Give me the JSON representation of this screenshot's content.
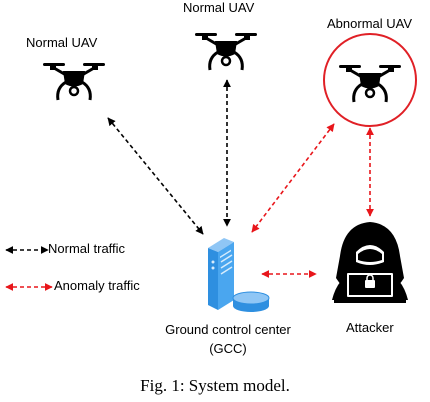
{
  "labels": {
    "uav_left": "Normal UAV",
    "uav_top": "Normal UAV",
    "uav_abnormal": "Abnormal UAV",
    "gcc_line1": "Ground control center",
    "gcc_line2": "(GCC)",
    "attacker": "Attacker"
  },
  "legend": {
    "normal": "Normal traffic",
    "anomaly": "Anomaly traffic"
  },
  "caption": "Fig. 1: System model.",
  "colors": {
    "normal_traffic": "#000000",
    "anomaly_traffic": "#e8161b",
    "abnormal_circle": "#e02026",
    "server_blue": "#2e8fe0",
    "server_light": "#8fc6f5"
  },
  "icons": {
    "uav": "quadcopter-drone-icon",
    "gcc": "server-database-icon",
    "attacker": "hooded-hacker-laptop-icon"
  }
}
